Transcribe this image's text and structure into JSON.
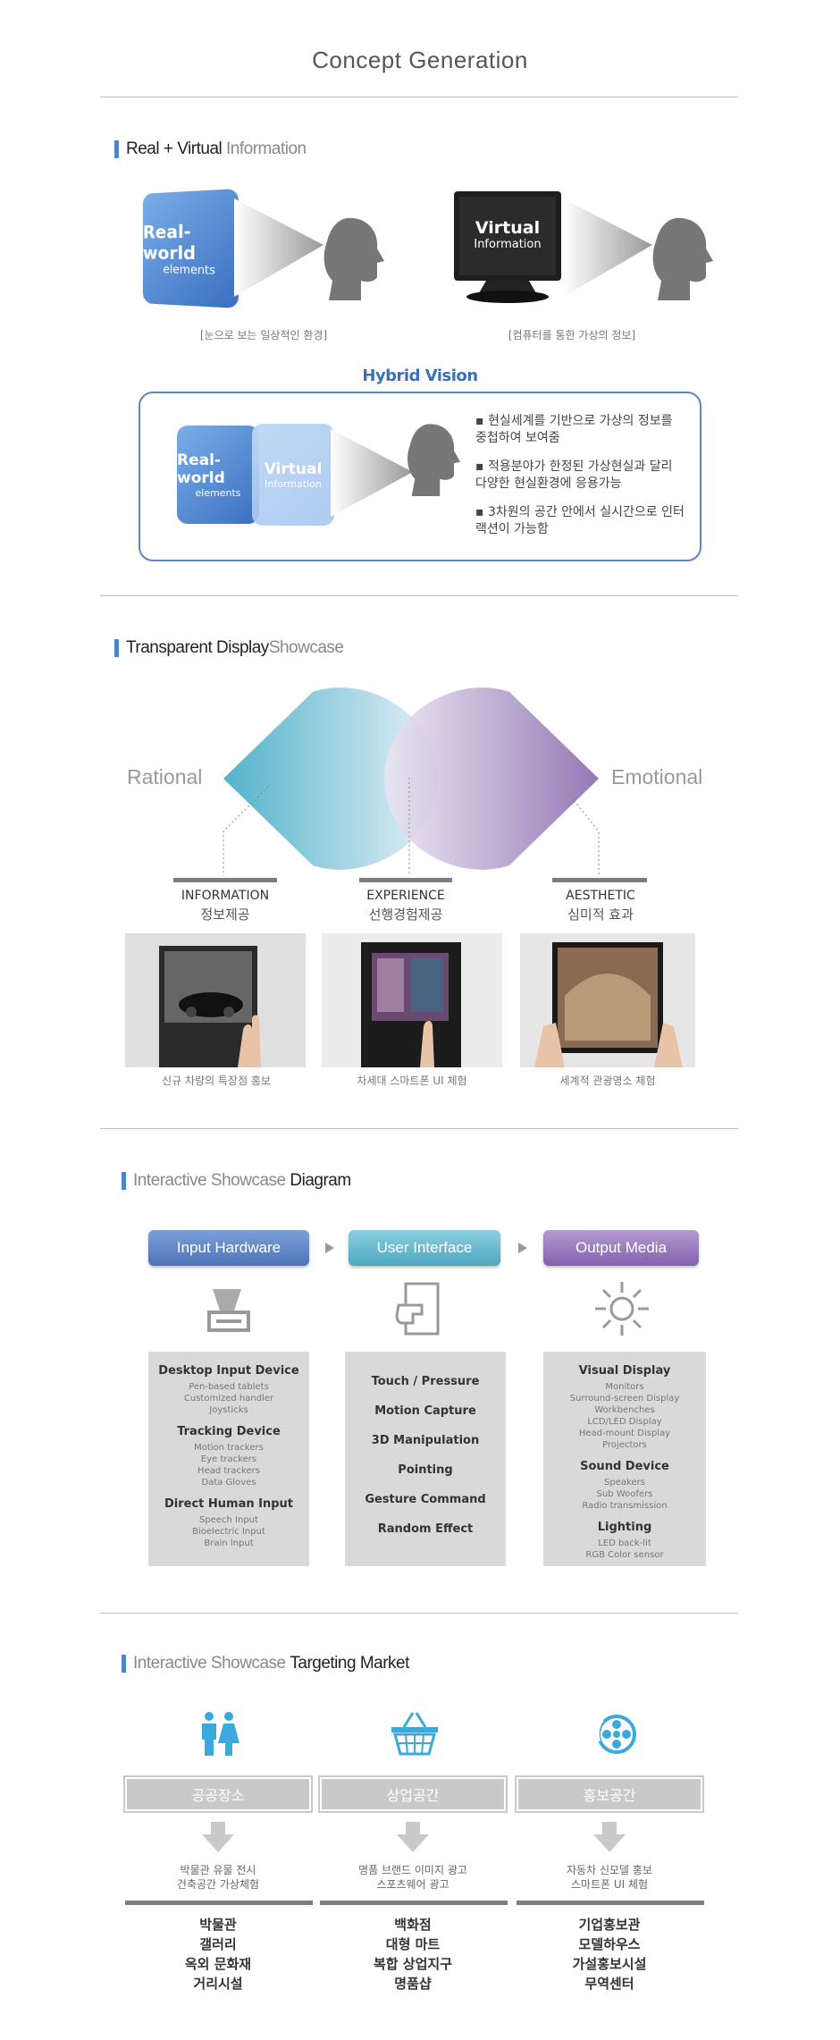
{
  "page_title": "Concept Generation",
  "section1": {
    "title_dark": "Real + Virtual",
    "title_light": "Information",
    "card_real": {
      "big": "Real-world",
      "small": "elements"
    },
    "card_virtual": {
      "big": "Virtual",
      "small": "Information"
    },
    "caption_left": "[눈으로 보는 일상적인 환경]",
    "caption_right": "[컴퓨터를 통한 가상의 정보]",
    "hybrid_title": "Hybrid Vision",
    "bullets": [
      "▪ 현실세계를 기반으로 가상의 정보를 중첩하여 보여줌",
      "▪ 적용분야가 한정된 가상현실과 달리 다양한 현실환경에 응용가능",
      "▪ 3차원의 공간 안에서 실시간으로 인터랙션이 가능함"
    ]
  },
  "section2": {
    "title_dark": "Transparent Display",
    "title_light": "Showcase",
    "left_word": "Rational",
    "right_word": "Emotional",
    "categories": [
      {
        "en": "INFORMATION",
        "ko": "정보제공",
        "caption": "신규 차량의 특장점 홍보"
      },
      {
        "en": "EXPERIENCE",
        "ko": "선행경험제공",
        "caption": "차세대 스마트폰 UI 체험"
      },
      {
        "en": "AESTHETIC",
        "ko": "심미적 효과",
        "caption": "세계적 관광명소 체험"
      }
    ]
  },
  "section3": {
    "title_light": "Interactive Showcase",
    "title_dark": "Diagram",
    "pills": [
      "Input Hardware",
      "User Interface",
      "Output Media"
    ],
    "input": {
      "groups": [
        {
          "head": "Desktop Input Device",
          "items": [
            "Pen-based tablets",
            "Customized handler",
            "Joysticks"
          ]
        },
        {
          "head": "Tracking Device",
          "items": [
            "Motion trackers",
            "Eye trackers",
            "Head trackers",
            "Data Gloves"
          ]
        },
        {
          "head": "Direct Human Input",
          "items": [
            "Speech Input",
            "Bioelectric Input",
            "Brain Input"
          ]
        }
      ]
    },
    "ui_items": [
      "Touch / Pressure",
      "Motion Capture",
      "3D Manipulation",
      "Pointing",
      "Gesture Command",
      "Random Effect"
    ],
    "output": {
      "groups": [
        {
          "head": "Visual Display",
          "items": [
            "Monitors",
            "Surround-screen Display",
            "Workbenches",
            "LCD/LED Display",
            "Head-mount Display",
            "Projectors"
          ]
        },
        {
          "head": "Sound Device",
          "items": [
            "Speakers",
            "Sub Woofers",
            "Radio transmission"
          ]
        },
        {
          "head": "Lighting",
          "items": [
            "LED back-lit",
            "RGB Color sensor"
          ]
        }
      ]
    }
  },
  "section4": {
    "title_light": "Interactive Showcase",
    "title_dark": "Targeting Market",
    "columns": [
      {
        "label": "공공장소",
        "sub": [
          "박물관 유물 전시",
          "건축공간 가상체험"
        ],
        "list": [
          "박물관",
          "갤러리",
          "옥외 문화재",
          "거리시설"
        ]
      },
      {
        "label": "상업공간",
        "sub": [
          "명품 브랜드 이미지 광고",
          "스포츠웨어 광고"
        ],
        "list": [
          "백화점",
          "대형 마트",
          "복합 상업지구",
          "명품샵"
        ]
      },
      {
        "label": "홍보공간",
        "sub": [
          "자동차 신모델 홍보",
          "스마트폰 UI 체험"
        ],
        "list": [
          "기업홍보관",
          "모델하우스",
          "가설홍보시설",
          "무역센터"
        ]
      }
    ]
  },
  "colors": {
    "accent_blue": "#4a86c8",
    "teal": "#5ab3c7",
    "purple": "#8b6fab",
    "gray_box": "#d9d9d9"
  }
}
